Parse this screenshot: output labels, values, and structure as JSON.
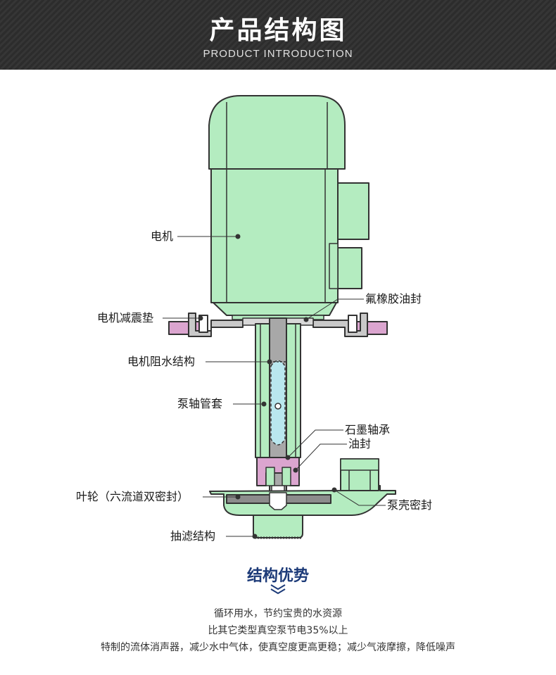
{
  "header": {
    "title": "产品结构图",
    "subtitle": "PRODUCT  INTRODUCTION"
  },
  "labels": {
    "motor": "电机",
    "motor_damper": "电机减震垫",
    "water_block": "电机阻水结构",
    "shaft_sleeve": "泵轴管套",
    "impeller": "叶轮（六流道双密封）",
    "filter": "抽滤结构",
    "rubber_seal": "氟橡胶油封",
    "graphite_bearing": "石墨轴承",
    "oil_seal": "油封",
    "housing_seal": "泵壳密封"
  },
  "advantages": {
    "title": "结构优势",
    "items": [
      "循环用水，节约宝贵的水资源",
      "比其它类型真空泵节电35%以上",
      "特制的流体消声器，减少水中气体，使真空度更高更稳；减少气液摩擦，降低噪声"
    ]
  },
  "colors": {
    "motor_green": "#b4ecc0",
    "outline": "#333333",
    "pink": "#dba5cf",
    "shaft_gray": "#a8a8a8",
    "water_blue": "#b9e7ee",
    "base_gray": "#8c8c8c",
    "title_blue": "#1c3a78"
  }
}
